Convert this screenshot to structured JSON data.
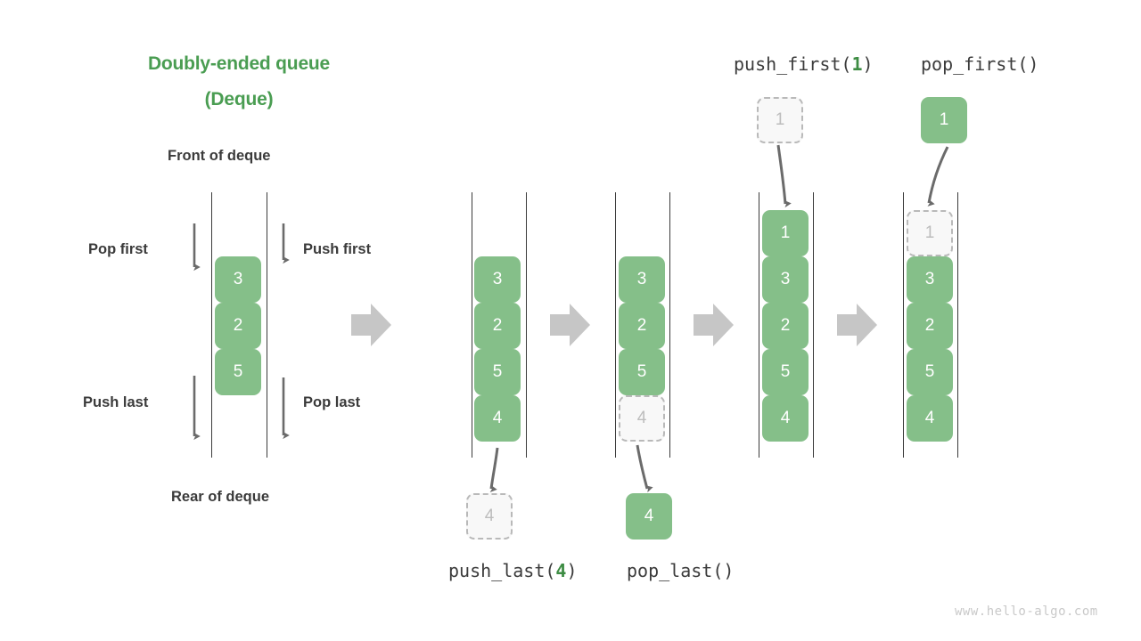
{
  "title": {
    "line1": "Doubly-ended queue",
    "line2": "(Deque)"
  },
  "labels": {
    "front": "Front of deque",
    "rear": "Rear of deque",
    "pop_first": "Pop first",
    "push_first": "Push first",
    "push_last": "Push last",
    "pop_last": "Pop last"
  },
  "operations": {
    "push_last": {
      "name": "push_last(",
      "arg": "4",
      "close": ")"
    },
    "pop_last": {
      "name": "pop_last()",
      "arg": "",
      "close": ""
    },
    "push_first": {
      "name": "push_first(",
      "arg": "1",
      "close": ")"
    },
    "pop_first": {
      "name": "pop_first()",
      "arg": "",
      "close": ""
    }
  },
  "panels": [
    {
      "id": "overview-deque",
      "cells": [
        {
          "value": "3",
          "state": "solid"
        },
        {
          "value": "2",
          "state": "solid"
        },
        {
          "value": "5",
          "state": "solid"
        }
      ]
    },
    {
      "id": "panel-initial",
      "cells": [
        {
          "value": "3",
          "state": "solid"
        },
        {
          "value": "2",
          "state": "solid"
        },
        {
          "value": "5",
          "state": "solid"
        },
        {
          "value": "4",
          "state": "solid"
        }
      ],
      "external": {
        "value": "4",
        "state": "ghost",
        "position": "below"
      }
    },
    {
      "id": "panel-pop-last",
      "cells": [
        {
          "value": "3",
          "state": "solid"
        },
        {
          "value": "2",
          "state": "solid"
        },
        {
          "value": "5",
          "state": "solid"
        },
        {
          "value": "4",
          "state": "ghost"
        }
      ],
      "external": {
        "value": "4",
        "state": "solid",
        "position": "below"
      }
    },
    {
      "id": "panel-push-first",
      "cells": [
        {
          "value": "1",
          "state": "solid"
        },
        {
          "value": "3",
          "state": "solid"
        },
        {
          "value": "2",
          "state": "solid"
        },
        {
          "value": "5",
          "state": "solid"
        },
        {
          "value": "4",
          "state": "solid"
        }
      ],
      "external": {
        "value": "1",
        "state": "ghost",
        "position": "above"
      }
    },
    {
      "id": "panel-pop-first",
      "cells": [
        {
          "value": "1",
          "state": "ghost"
        },
        {
          "value": "3",
          "state": "solid"
        },
        {
          "value": "2",
          "state": "solid"
        },
        {
          "value": "5",
          "state": "solid"
        },
        {
          "value": "4",
          "state": "solid"
        }
      ],
      "external": {
        "value": "1",
        "state": "solid",
        "position": "above"
      }
    }
  ],
  "watermark": "www.hello-algo.com",
  "colors": {
    "accent_green": "#4a9d52",
    "cell_green": "#85bf89",
    "ghost_fill": "#f8f8f8",
    "ghost_border": "#b9b9b9",
    "text_dark": "#3b3b3b",
    "flow_arrow": "#c6c6c6",
    "watermark": "#c9c9c9"
  }
}
